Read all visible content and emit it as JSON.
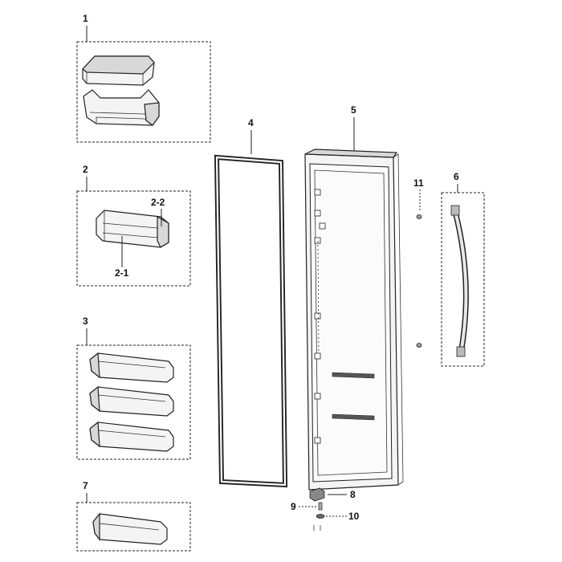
{
  "diagram": {
    "callouts": {
      "c1": "1",
      "c2": "2",
      "c2_1": "2-1",
      "c2_2": "2-2",
      "c3": "3",
      "c4": "4",
      "c5": "5",
      "c6": "6",
      "c7": "7",
      "c8": "8",
      "c9": "9",
      "c10": "10",
      "c11": "11"
    }
  }
}
